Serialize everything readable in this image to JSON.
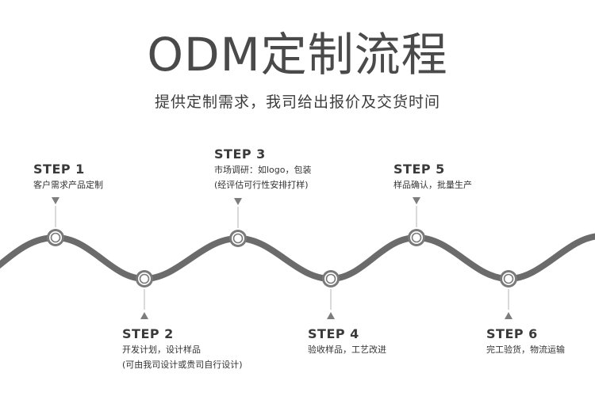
{
  "header": {
    "title": "ODM定制流程",
    "subtitle": "提供定制需求，我司给出报价及交货时间"
  },
  "steps": [
    {
      "label": "STEP 1",
      "lines": [
        "客户需求产品定制"
      ]
    },
    {
      "label": "STEP 2",
      "lines": [
        "开发计划，设计样品",
        "(可由我司设计或贵司自行设计)"
      ]
    },
    {
      "label": "STEP 3",
      "lines": [
        "市场调研：如logo，包装",
        "(经评估可行性安排打样)"
      ]
    },
    {
      "label": "STEP 4",
      "lines": [
        "验收样品，工艺改进"
      ]
    },
    {
      "label": "STEP 5",
      "lines": [
        "样品确认，批量生产"
      ]
    },
    {
      "label": "STEP 6",
      "lines": [
        "完工验货，物流运输"
      ]
    }
  ],
  "colors": {
    "wave": "#6b6b6b",
    "node_fill": "#ffffff",
    "node_ring": "#7a7a7a",
    "pointer": "#7d7d7d",
    "connector": "#b5b5b5"
  }
}
